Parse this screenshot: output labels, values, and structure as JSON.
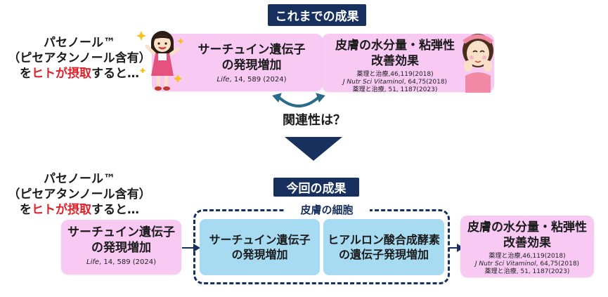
{
  "top_header": "これまでの成果",
  "intro_top": {
    "line1": "パセノール™",
    "line2": "（ピセアタンノール含有）",
    "line3_pre": "を",
    "line3_red": "ヒトが摂取",
    "line3_post": "すると…"
  },
  "top_left_box": {
    "title_line1": "サーチュイン遺伝子",
    "title_line2": "の発現増加",
    "ref_journal": "Life",
    "ref_rest": ", 14, 589 (2024)"
  },
  "top_right_box": {
    "title_line1": "皮膚の水分量・粘弾性",
    "title_line2": "改善効果",
    "ref1": "薬理と治療,46,119(2018)",
    "ref2_journal": "J Nutr Sci Vitaminol",
    "ref2_rest": ", 64,75(2018)",
    "ref3": "薬理と治療, 51, 1187(2023)"
  },
  "relation_question": "関連性は？",
  "bottom_header": "今回の成果",
  "intro_bottom": {
    "line1": "パセノール™",
    "line2": "（ピセアタンノール含有）",
    "line3_pre": "を",
    "line3_red": "ヒトが摂取",
    "line3_post": "すると…"
  },
  "skin_cell_label": "皮膚の細胞",
  "bottom_left_box": {
    "title_line1": "サーチュイン遺伝子",
    "title_line2": "の発現増加",
    "ref_journal": "Life",
    "ref_rest": ", 14, 589 (2024)"
  },
  "blue_box_1": {
    "line1": "サーチュイン遺伝子",
    "line2": "の発現増加"
  },
  "blue_box_2": {
    "line1": "ヒアルロン酸合成酵素",
    "line2": "の遺伝子発現増加"
  },
  "bottom_right_box": {
    "title_line1": "皮膚の水分量・粘弾性",
    "title_line2": "改善効果",
    "ref1": "薬理と治療,46,119(2018)",
    "ref2_journal": "J Nutr Sci Vitaminol",
    "ref2_rest": ", 64,75(2018)",
    "ref3": "薬理と治療, 51, 1187(2023)"
  },
  "icons": [
    "cheerful-girl-icon",
    "face-touching-woman-icon",
    "curved-double-arrow-icon",
    "down-triangle-arrow-icon",
    "right-arrow-icon"
  ],
  "colors": {
    "navy": "#17305e",
    "pink": "#f7c9f3",
    "light_blue": "#a6dbf1",
    "red": "#e0202a",
    "teal_arrow": "#2a6b88"
  }
}
